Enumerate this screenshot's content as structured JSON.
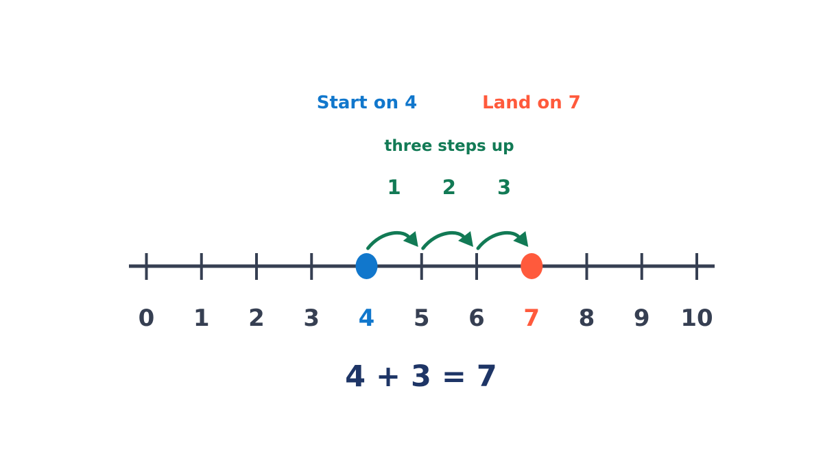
{
  "number_line": {
    "min": 0,
    "max": 10,
    "tick_labels": [
      "0",
      "1",
      "2",
      "3",
      "4",
      "5",
      "6",
      "7",
      "8",
      "9",
      "10"
    ],
    "start_value": 4,
    "end_value": 7,
    "step_values": [
      1,
      2,
      3
    ]
  },
  "labels": {
    "start": "Start on 4",
    "land": "Land on 7",
    "steps": "three steps up",
    "step_counts": [
      "1",
      "2",
      "3"
    ]
  },
  "equation": "4 + 3 = 7",
  "colors": {
    "line": "#363f52",
    "start": "#1177cc",
    "land": "#ff5a3c",
    "arrows": "#127a55",
    "equation": "#1e3566"
  }
}
